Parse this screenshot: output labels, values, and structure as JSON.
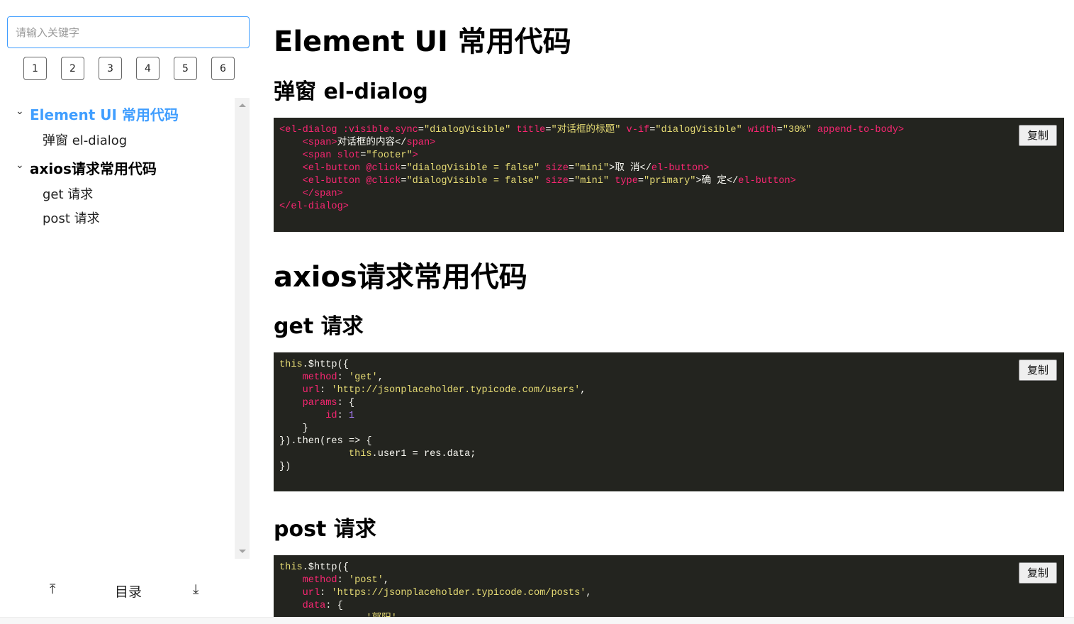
{
  "sidebar": {
    "search_placeholder": "请输入关键字",
    "levels": [
      "1",
      "2",
      "3",
      "4",
      "5",
      "6"
    ],
    "tree": [
      {
        "label": "Element UI 常用代码",
        "active": true,
        "children": [
          "弹窗 el-dialog"
        ]
      },
      {
        "label": "axios请求常用代码",
        "active": false,
        "children": [
          "get 请求",
          "post 请求"
        ]
      }
    ],
    "bottom": {
      "top_icon": "arrow-to-top-icon",
      "toc_label": "目录",
      "bottom_icon": "arrow-to-bottom-icon"
    }
  },
  "colors": {
    "accent": "#409eff",
    "code_bg": "#23241f",
    "tag": "#f92672",
    "string": "#e6db74",
    "number": "#ae81ff"
  },
  "main": {
    "h1_element": "Element UI 常用代码",
    "h2_dialog": "弹窗 el-dialog",
    "h1_axios": "axios请求常用代码",
    "h2_get": "get 请求",
    "h2_post": "post 请求",
    "copy_label": "复制",
    "code_dialog": [
      [
        [
          "tag",
          "<el-dialog :visible.sync"
        ],
        [
          "txt",
          "="
        ],
        [
          "str",
          "\"dialogVisible\""
        ],
        [
          "txt",
          " "
        ],
        [
          "tag",
          "title"
        ],
        [
          "txt",
          "="
        ],
        [
          "str",
          "\"对话框的标题\""
        ],
        [
          "txt",
          " "
        ],
        [
          "tag",
          "v-if"
        ],
        [
          "txt",
          "="
        ],
        [
          "str",
          "\"dialogVisible\""
        ],
        [
          "txt",
          " "
        ],
        [
          "tag",
          "width"
        ],
        [
          "txt",
          "="
        ],
        [
          "str",
          "\"30%\""
        ],
        [
          "txt",
          " "
        ],
        [
          "tag",
          "append-to-body>"
        ]
      ],
      [
        [
          "tag",
          "    <span>"
        ],
        [
          "txt",
          "对话框的内容</"
        ],
        [
          "tag",
          "span>"
        ]
      ],
      [
        [
          "tag",
          "    <span slot"
        ],
        [
          "txt",
          "="
        ],
        [
          "str",
          "\"footer\""
        ],
        [
          "tag",
          ">"
        ]
      ],
      [
        [
          "tag",
          "    <el-button @click"
        ],
        [
          "txt",
          "="
        ],
        [
          "str",
          "\"dialogVisible = false\""
        ],
        [
          "txt",
          " "
        ],
        [
          "tag",
          "size"
        ],
        [
          "txt",
          "="
        ],
        [
          "str",
          "\"mini\""
        ],
        [
          "txt",
          ">取 消</"
        ],
        [
          "tag",
          "el-button>"
        ]
      ],
      [
        [
          "tag",
          "    <el-button @click"
        ],
        [
          "txt",
          "="
        ],
        [
          "str",
          "\"dialogVisible = false\""
        ],
        [
          "txt",
          " "
        ],
        [
          "tag",
          "size"
        ],
        [
          "txt",
          "="
        ],
        [
          "str",
          "\"mini\""
        ],
        [
          "txt",
          " "
        ],
        [
          "tag",
          "type"
        ],
        [
          "txt",
          "="
        ],
        [
          "str",
          "\"primary\""
        ],
        [
          "txt",
          ">确 定</"
        ],
        [
          "tag",
          "el-button>"
        ]
      ],
      [
        [
          "tag",
          "    </span>"
        ]
      ],
      [
        [
          "tag",
          "</el-dialog>"
        ]
      ]
    ],
    "code_get": [
      [
        [
          "str",
          "this"
        ],
        [
          "txt",
          ".$http({"
        ]
      ],
      [
        [
          "txt",
          "    "
        ],
        [
          "tag",
          "method"
        ],
        [
          "txt",
          ": "
        ],
        [
          "str",
          "'get'"
        ],
        [
          "txt",
          ","
        ]
      ],
      [
        [
          "txt",
          "    "
        ],
        [
          "tag",
          "url"
        ],
        [
          "txt",
          ": "
        ],
        [
          "str",
          "'http://jsonplaceholder.typicode.com/users'"
        ],
        [
          "txt",
          ","
        ]
      ],
      [
        [
          "txt",
          "    "
        ],
        [
          "tag",
          "params"
        ],
        [
          "txt",
          ": {"
        ]
      ],
      [
        [
          "txt",
          "        "
        ],
        [
          "tag",
          "id"
        ],
        [
          "txt",
          ": "
        ],
        [
          "num",
          "1"
        ]
      ],
      [
        [
          "txt",
          "    }"
        ]
      ],
      [
        [
          "txt",
          "}).then(res => {"
        ]
      ],
      [
        [
          "txt",
          "            "
        ],
        [
          "str",
          "this"
        ],
        [
          "txt",
          ".user1 = res.data;"
        ]
      ],
      [
        [
          "txt",
          "})"
        ]
      ]
    ],
    "code_post": [
      [
        [
          "str",
          "this"
        ],
        [
          "txt",
          ".$http({"
        ]
      ],
      [
        [
          "txt",
          "    "
        ],
        [
          "tag",
          "method"
        ],
        [
          "txt",
          ": "
        ],
        [
          "str",
          "'post'"
        ],
        [
          "txt",
          ","
        ]
      ],
      [
        [
          "txt",
          "    "
        ],
        [
          "tag",
          "url"
        ],
        [
          "txt",
          ": "
        ],
        [
          "str",
          "'https://jsonplaceholder.typicode.com/posts'"
        ],
        [
          "txt",
          ","
        ]
      ],
      [
        [
          "txt",
          "    "
        ],
        [
          "tag",
          "data"
        ],
        [
          "txt",
          ": {"
        ]
      ],
      [
        [
          "txt",
          "               "
        ],
        [
          "str",
          "'郭阳'"
        ]
      ]
    ]
  }
}
